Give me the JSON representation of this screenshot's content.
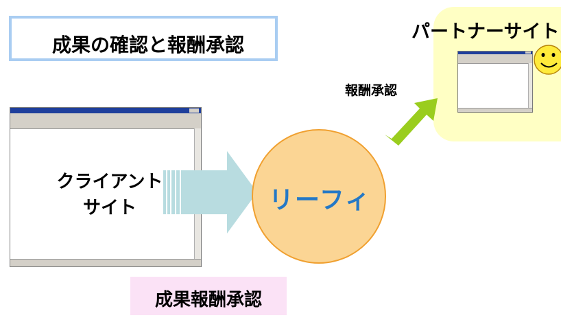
{
  "title": "成果の確認と報酬承認",
  "client": {
    "line1": "クライアント",
    "line2": "サイト"
  },
  "center": {
    "label": "リーフィ"
  },
  "arrow": {
    "label": "報酬承認"
  },
  "partner": {
    "title": "パートナーサイト"
  },
  "bottom": {
    "label": "成果報酬承認"
  },
  "colors": {
    "title_border": "#a9cdf2",
    "circle_fill": "#fbd594",
    "circle_stroke": "#f0a030",
    "center_text": "#2478c6",
    "teal_arrow": "#b8dce0",
    "green_arrow": "#9acd1e",
    "partner_bg": "#ffffc4",
    "smiley": "#ffeb3b",
    "bottom_bg": "#fbe2f6"
  },
  "icons": [
    "browser-window-icon",
    "smiley-face-icon"
  ]
}
